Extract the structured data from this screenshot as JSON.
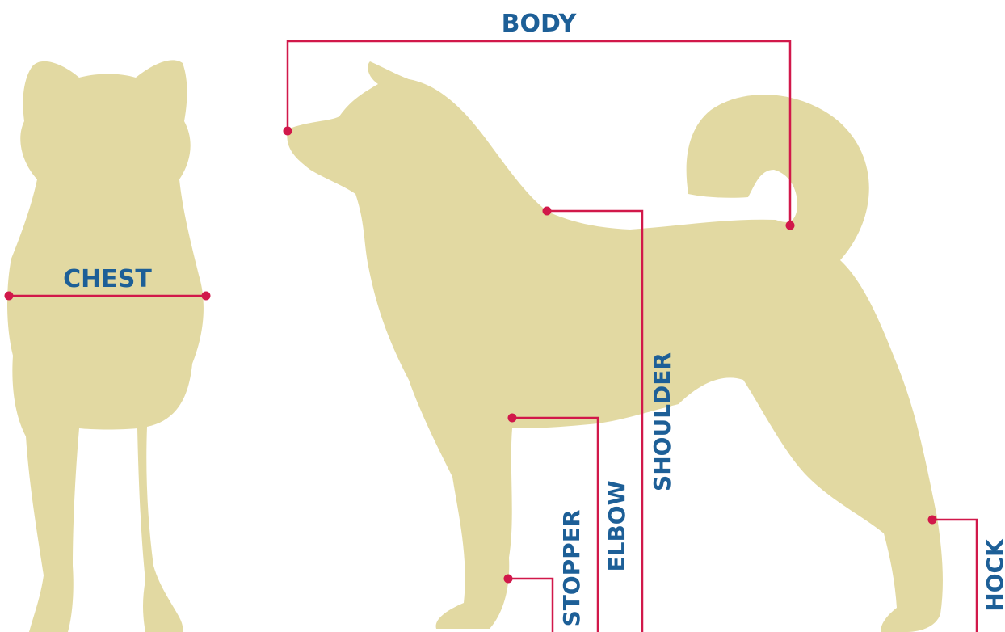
{
  "colors": {
    "silhouette": "#E2D9A2",
    "line": "#D1184A",
    "label": "#1D5F97",
    "background": "#FFFFFF"
  },
  "labels": {
    "body": "BODY",
    "chest": "CHEST",
    "shoulder": "SHOULDER",
    "elbow": "ELBOW",
    "stopper": "STOPPER",
    "hock": "HOCK"
  }
}
